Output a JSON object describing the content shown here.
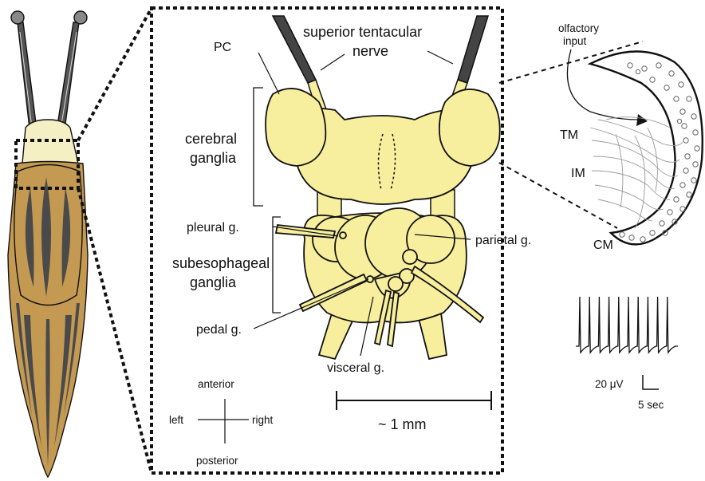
{
  "labels": {
    "pc": "PC",
    "superior_tentacular_nerve_line1": "superior tentacular",
    "superior_tentacular_nerve_line2": "nerve",
    "cerebral_line1": "cerebral",
    "cerebral_line2": "ganglia",
    "pleural": "pleural g.",
    "parietal": "parietal g.",
    "subesophageal_line1": "subesophageal",
    "subesophageal_line2": "ganglia",
    "pedal": "pedal g.",
    "visceral": "visceral g.",
    "olfactory_line1": "olfactory",
    "olfactory_line2": "input",
    "tm": "TM",
    "im": "IM",
    "cm": "CM"
  },
  "orientation": {
    "anterior": "anterior",
    "posterior": "posterior",
    "left": "left",
    "right": "right"
  },
  "scale_bar": {
    "label": "~ 1 mm"
  },
  "trace_scale": {
    "voltage": "20 μV",
    "time": "5 sec"
  },
  "colors": {
    "ganglion_fill": "#f7ee9e",
    "slug_body": "#c49a52",
    "slug_stripe": "#4a4a4a",
    "slug_head": "#f5efc4",
    "tentacle": "#555555",
    "outline": "#111111"
  }
}
